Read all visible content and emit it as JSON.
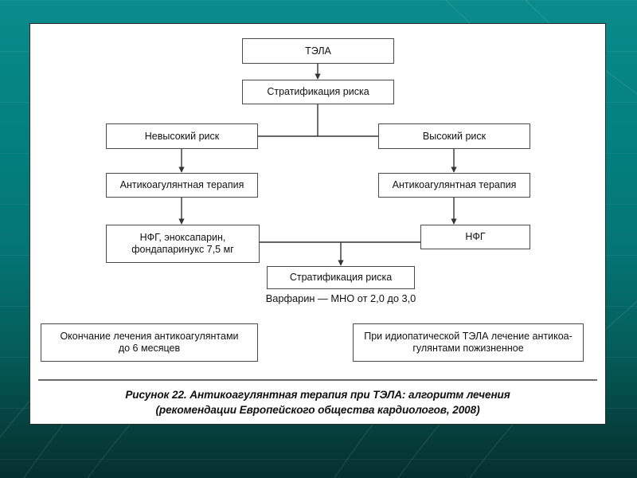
{
  "theme": {
    "background_top": "#0b8b8b",
    "background_bottom": "#05302f",
    "panel_background": "#ffffff",
    "box_border": "#4a4a4a",
    "text_color": "#111111"
  },
  "figure": {
    "nodes": {
      "pe": "ТЭЛА",
      "risk_stratification_top": "Стратификация риска",
      "low_risk": "Невысокий риск",
      "high_risk": "Высокий риск",
      "anticoag_left": "Антикоагулянтная терапия",
      "anticoag_right": "Антикоагулянтная терапия",
      "ufh_enox_line1": "НФГ, эноксапарин,",
      "ufh_enox_line2": "фондапаринукс 7,5 мг",
      "ufh": "НФГ",
      "risk_stratification_mid": "Стратификация риска",
      "end_treatment_line1": "Окончание лечения антикоагулянтами",
      "end_treatment_line2": "до 6 месяцев",
      "idiopathic_line1": "При идиопатической ТЭЛА лечение антикоа-",
      "idiopathic_line2": "гулянтами пожизненное"
    },
    "annotations": {
      "warfarin": "Варфарин — МНО от 2,0 до 3,0"
    },
    "caption": {
      "line1": "Рисунок 22. Антикоагулянтная терапия при ТЭЛА: алгоритм лечения",
      "line2": "(рекомендации Европейского общества кардиологов, 2008)"
    }
  }
}
